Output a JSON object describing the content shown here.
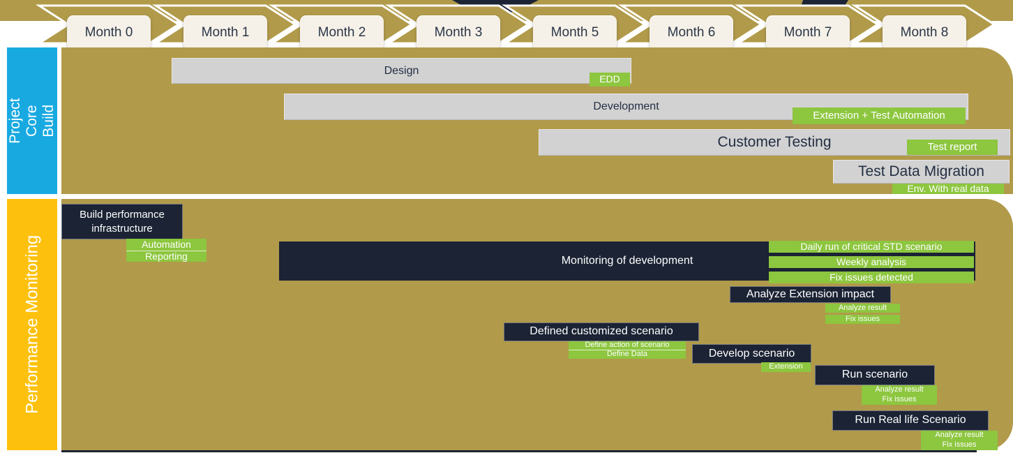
{
  "header": {
    "months": [
      "Month 0",
      "Month 1",
      "Month 2",
      "Month 3",
      "Month 5",
      "Month 6",
      "Month 7",
      "Month 8"
    ]
  },
  "sections": {
    "core": {
      "title": "Project Core Build",
      "rows": {
        "design": {
          "bar": "Design",
          "tag": "EDD"
        },
        "development": {
          "bar": "Development",
          "tag": "Extension + Test Automation"
        },
        "customer_testing": {
          "bar": "Customer Testing",
          "tag": "Test report"
        },
        "test_data_migration": {
          "bar": "Test Data Migration",
          "tag": "Env. With real data"
        }
      }
    },
    "perf": {
      "title": "Performance Monitoring",
      "rows": {
        "build_infra": {
          "bar": "Build performance infrastructure",
          "tags": [
            "Automation",
            "Reporting"
          ]
        },
        "monitoring": {
          "bar": "Monitoring of development",
          "tags": [
            "Daily run of critical STD scenario",
            "Weekly analysis",
            "Fix issues detected"
          ]
        },
        "analyze_extension": {
          "bar": "Analyze Extension impact",
          "tags": [
            "Analyze result",
            "Fix issues"
          ]
        },
        "defined_scenario": {
          "bar": "Defined customized scenario",
          "tags": [
            "Define action of scenario",
            "Define Data"
          ]
        },
        "develop_scenario": {
          "bar": "Develop scenario",
          "tags": [
            "Extension"
          ]
        },
        "run_scenario": {
          "bar": "Run scenario",
          "tags": [
            "Analyze result",
            "Fix issues"
          ]
        },
        "run_real_life": {
          "bar": "Run Real life Scenario",
          "tags": [
            "Analyze result",
            "Fix issues"
          ]
        }
      }
    }
  },
  "colors": {
    "gold": "#b19a4a",
    "cyan": "#18a9e1",
    "yellow": "#fdc10d",
    "navy": "#1b2334",
    "green": "#8dc63f",
    "gray_bar": "#d2d2d3",
    "cream": "#f6f1e8"
  }
}
